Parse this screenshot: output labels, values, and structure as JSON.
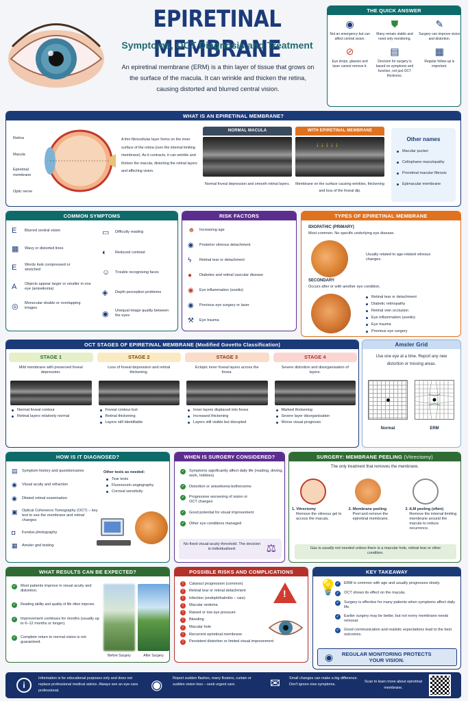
{
  "title": "EPIRETINAL MEMBRANE",
  "subtitle": "Symptoms, OCT Diagnosis and Treatment",
  "intro": "An epiretinal membrane (ERM) is a thin layer of tissue that grows on the surface of the macula. It can wrinkle and thicken the retina, causing distorted and blurred central vision.",
  "quick": {
    "header": "THE QUICK ANSWER",
    "items": [
      "Not an emergency but can affect central vision.",
      "Many remain stable and need only monitoring.",
      "Surgery can improve vision and distortion.",
      "Eye drops, glasses and laser cannot remove it.",
      "Decision for surgery is based on symptoms and function, not just OCT thickness.",
      "Regular follow-up is important."
    ]
  },
  "what": {
    "header": "WHAT IS AN EPIRETINAL MEMBRANE?",
    "labels": [
      "Retina",
      "Macula",
      "Epiretinal membrane",
      "Optic nerve"
    ],
    "desc": "A thin fibrocellular layer forms on the inner surface of the retina (over the internal limiting membrane). As it contracts, it can wrinkle and thicken the macula, distorting the retinal layers and affecting vision.",
    "normal_h": "NORMAL MACULA",
    "normal_c": "Normal foveal depression and smooth retinal layers.",
    "erm_h": "WITH EPIRETINAL MEMBRANE",
    "erm_c": "Membrane on the surface causing wrinkles, thickening and loss of the foveal dip.",
    "other_h": "Other names",
    "other": [
      "Macular pucker",
      "Cellophane maculopathy",
      "Preretinal macular fibrosis",
      "Epimacular membrane"
    ]
  },
  "symptoms": {
    "header": "COMMON SYMPTOMS",
    "left": [
      "Blurred central vision",
      "Wavy or distorted lines",
      "Words look compressed or stretched",
      "Objects appear larger or smaller in one eye (aniseikonia)",
      "Monocular double or overlapping images"
    ],
    "right": [
      "Difficulty reading",
      "Reduced contrast",
      "Trouble recognising faces",
      "Depth perception problems",
      "Unequal image quality between the eyes"
    ]
  },
  "risk": {
    "header": "RISK FACTORS",
    "items": [
      "Increasing age",
      "Posterior vitreous detachment",
      "Retinal tear or detachment",
      "Diabetes and retinal vascular disease",
      "Eye inflammation (uveitis)",
      "Previous eye surgery or laser",
      "Eye trauma"
    ]
  },
  "types": {
    "header": "TYPES OF EPIRETINAL MEMBRANE",
    "idio_h": "IDIOPATHIC (PRIMARY)",
    "idio_d": "Most common. No specific underlying eye disease.",
    "idio_n": "Usually related to age-related vitreous changes.",
    "sec_h": "SECONDARY",
    "sec_d": "Occurs after or with another eye condition.",
    "sec_items": [
      "Retinal tear or detachment",
      "Diabetic retinopathy",
      "Retinal vein occlusion",
      "Eye inflammation (uveitis)",
      "Eye trauma",
      "Previous eye surgery"
    ]
  },
  "stages": {
    "header": "OCT STAGES OF EPIRETINAL MEMBRANE (Modified Govetto Classification)",
    "list": [
      {
        "name": "STAGE 1",
        "desc": "Mild membrane with preserved foveal depression.",
        "pts": [
          "Normal foveal contour",
          "Retinal layers relatively normal"
        ]
      },
      {
        "name": "STAGE 2",
        "desc": "Loss of foveal depression and retinal thickening.",
        "pts": [
          "Foveal contour lost",
          "Retinal thickening",
          "Layers still identifiable"
        ]
      },
      {
        "name": "STAGE 3",
        "desc": "Ectopic inner foveal layers across the fovea.",
        "pts": [
          "Inner layers displaced into fovea",
          "Increased thickening",
          "Layers still visible but disrupted"
        ]
      },
      {
        "name": "STAGE 4",
        "desc": "Severe distortion and disorganisation of layers.",
        "pts": [
          "Marked thickening",
          "Severe layer disorganisation",
          "Worse visual prognosis"
        ]
      }
    ]
  },
  "amsler": {
    "header": "Amsler Grid",
    "text": "Use one eye at a time. Report any new distortion or missing areas.",
    "normal": "Normal",
    "erm": "ERM"
  },
  "diag": {
    "header": "HOW IS IT DIAGNOSED?",
    "left": [
      "Symptom history and questionnaires",
      "Visual acuity and refraction",
      "Dilated retinal examination",
      "Optical Coherence Tomography (OCT) – key test to see the membrane and retinal changes",
      "Fundus photography",
      "Amsler grid testing"
    ],
    "other_h": "Other tests as needed:",
    "other": [
      "Tear tests",
      "Fluorescein angiography",
      "Corneal sensitivity"
    ]
  },
  "when": {
    "header": "WHEN IS SURGERY CONSIDERED?",
    "items": [
      "Symptoms significantly affect daily life (reading, driving, work, hobbies)",
      "Distortion or aniseikonia bothersome",
      "Progressive worsening of vision or OCT changes",
      "Good potential for visual improvement",
      "Other eye conditions managed"
    ],
    "note": "No fixed visual-acuity threshold. The decision is individualised."
  },
  "surgery": {
    "header": "SURGERY: MEMBRANE PEELING",
    "header2": "(Vitrectomy)",
    "sub": "The only treatment that removes the membrane.",
    "steps": [
      {
        "t": "1. Vitrectomy",
        "d": "Remove the vitreous gel to access the macula."
      },
      {
        "t": "2. Membrane peeling",
        "d": "Peel and remove the epiretinal membrane."
      },
      {
        "t": "3. ILM peeling (often)",
        "d": "Remove the internal limiting membrane around the macula to reduce recurrence."
      }
    ],
    "note": "Gas is usually not needed unless there is a macular hole, retinal tear or other condition."
  },
  "results": {
    "header": "WHAT RESULTS CAN BE EXPECTED?",
    "items": [
      "Most patients improve in visual acuity and distortion.",
      "Reading ability and quality of life often improve.",
      "Improvement continues for months (usually up to 6–12 months or longer).",
      "Complete return to normal vision is not guaranteed."
    ],
    "before": "Before Surgery",
    "after": "After Surgery"
  },
  "risks": {
    "header": "POSSIBLE RISKS AND COMPLICATIONS",
    "items": [
      "Cataract progression (common)",
      "Retinal tear or retinal detachment",
      "Infection (endophthalmitis – rare)",
      "Macular oedema",
      "Raised or low eye pressure",
      "Bleeding",
      "Macular hole",
      "Recurrent epiretinal membrane",
      "Persistent distortion or limited visual improvement"
    ]
  },
  "key": {
    "header": "KEY TAKEAWAY",
    "items": [
      "ERM is common with age and usually progresses slowly.",
      "OCT shows its effect on the macula.",
      "Surgery is effective for many patients when symptoms affect daily life.",
      "Earlier surgery may be better, but not every membrane needs removal.",
      "Good communication and realistic expectations lead to the best outcomes."
    ],
    "banner": "REGULAR MONITORING PROTECTS YOUR VISION."
  },
  "footer": {
    "a": "Information is for educational purposes only and does not replace professional medical advice. Always see an eye-care professional.",
    "b": "Report sudden flashes, many floaters, curtain or sudden vision loss – seek urgent care.",
    "c": "Small changes can make a big difference. Don't ignore new symptoms.",
    "d": "Scan to learn more about epiretinal membrane."
  },
  "colors": {
    "navy": "#1b3a78",
    "teal": "#0f6a6a",
    "purple": "#5b2d8e",
    "orange": "#e0711f",
    "red": "#b3312a",
    "green": "#2f6b33"
  }
}
